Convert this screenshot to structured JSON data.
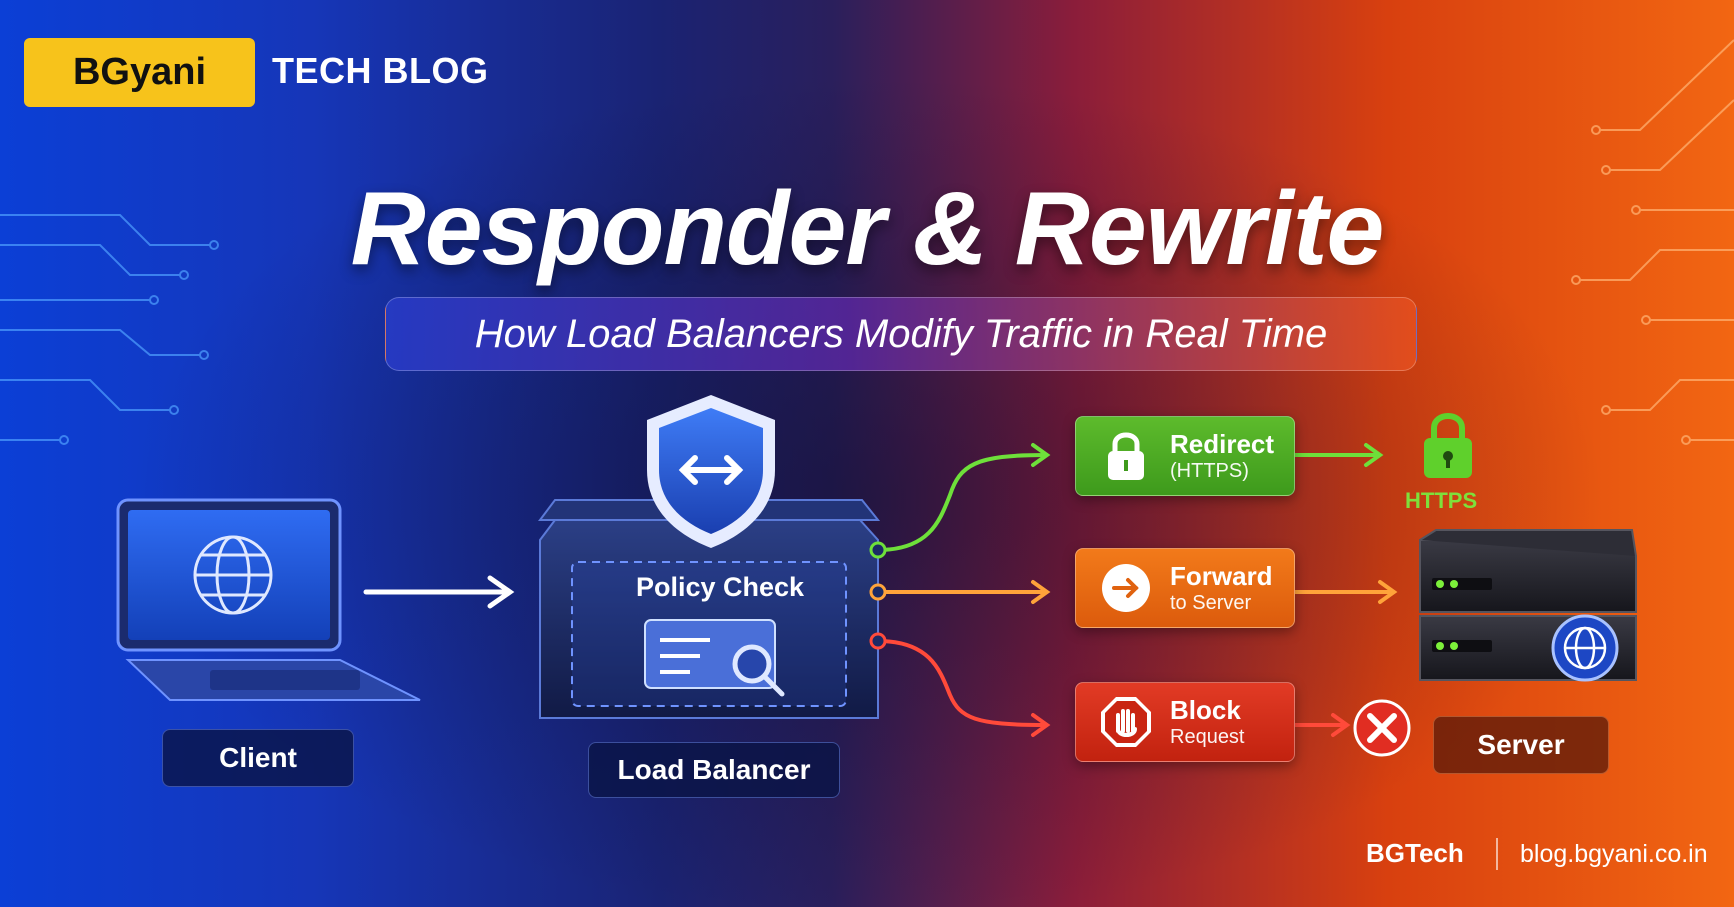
{
  "brand": {
    "name": "BGyani",
    "tag": "TECH BLOG"
  },
  "title": "Responder & Rewrite",
  "subtitle": "How Load Balancers Modify Traffic in Real Time",
  "nodes": {
    "client": "Client",
    "load_balancer": "Load Balancer",
    "policy_check": "Policy Check",
    "server": "Server"
  },
  "actions": [
    {
      "title": "Redirect",
      "detail": "(HTTPS)",
      "icon": "lock-icon",
      "color": "#4fae24"
    },
    {
      "title": "Forward",
      "detail": "to Server",
      "icon": "arrow-right-icon",
      "color": "#ec6a14"
    },
    {
      "title": "Block",
      "detail": "Request",
      "icon": "stop-hand-icon",
      "color": "#d8301a"
    }
  ],
  "https_label": "HTTPS",
  "footer": {
    "brand": "BGTech",
    "url": "blog.bgyani.co.in"
  }
}
